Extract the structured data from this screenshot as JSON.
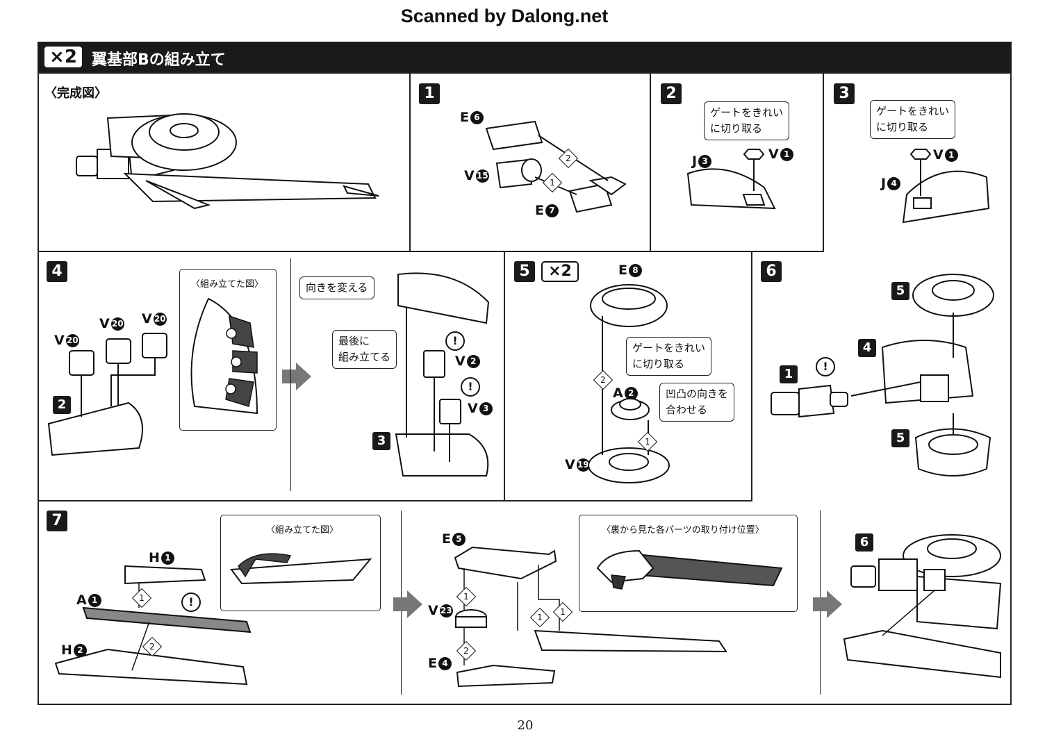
{
  "scan_credit": "Scanned by Dalong.net",
  "header": {
    "multiplier": "×2",
    "title": "翼基部Bの組み立て"
  },
  "completed": {
    "label": "〈完成図〉"
  },
  "steps": {
    "s1": {
      "num": "1",
      "e6": "E",
      "e6n": "6",
      "v15": "V",
      "v15n": "15",
      "e7": "E",
      "e7n": "7",
      "o1": "1",
      "o2": "2"
    },
    "s2": {
      "num": "2",
      "callout1": "ゲートをきれい",
      "callout2": "に切り取る",
      "v": "V",
      "vn": "1",
      "j": "J",
      "jn": "3"
    },
    "s3": {
      "num": "3",
      "callout1": "ゲートをきれい",
      "callout2": "に切り取る",
      "v": "V",
      "vn": "1",
      "j": "J",
      "jn": "4"
    },
    "s4": {
      "num": "4",
      "inset_title": "〈組み立てた図〉",
      "v20a": "V",
      "v20b": "V",
      "v20c": "V",
      "v20n": "20",
      "part2": "2",
      "callout_turn": "向きを変える",
      "callout_last1": "最後に",
      "callout_last2": "組み立てる",
      "v2": "V",
      "v2n": "2",
      "v3": "V",
      "v3n": "3",
      "part3": "3",
      "warn": "!"
    },
    "s5": {
      "num": "5",
      "multiplier": "×2",
      "e8": "E",
      "e8n": "8",
      "callout1": "ゲートをきれい",
      "callout2": "に切り取る",
      "callout3": "凹凸の向きを",
      "callout4": "合わせる",
      "a2": "A",
      "a2n": "2",
      "v19": "V",
      "v19n": "19",
      "o1": "1",
      "o2": "2"
    },
    "s6": {
      "num": "6",
      "p5a": "5",
      "p4": "4",
      "p1": "1",
      "p5b": "5",
      "warn": "!"
    },
    "s7": {
      "num": "7",
      "inset1_title": "〈組み立てた図〉",
      "inset2_title": "〈裏から見た各パーツの取り付け位置〉",
      "h1": "H",
      "h1n": "1",
      "a1": "A",
      "a1n": "1",
      "h2": "H",
      "h2n": "2",
      "e5": "E",
      "e5n": "5",
      "v23": "V",
      "v23n": "23",
      "e4": "E",
      "e4n": "4",
      "p6": "6",
      "o1": "1",
      "o2": "2",
      "warn": "!"
    }
  },
  "page_number": "20"
}
